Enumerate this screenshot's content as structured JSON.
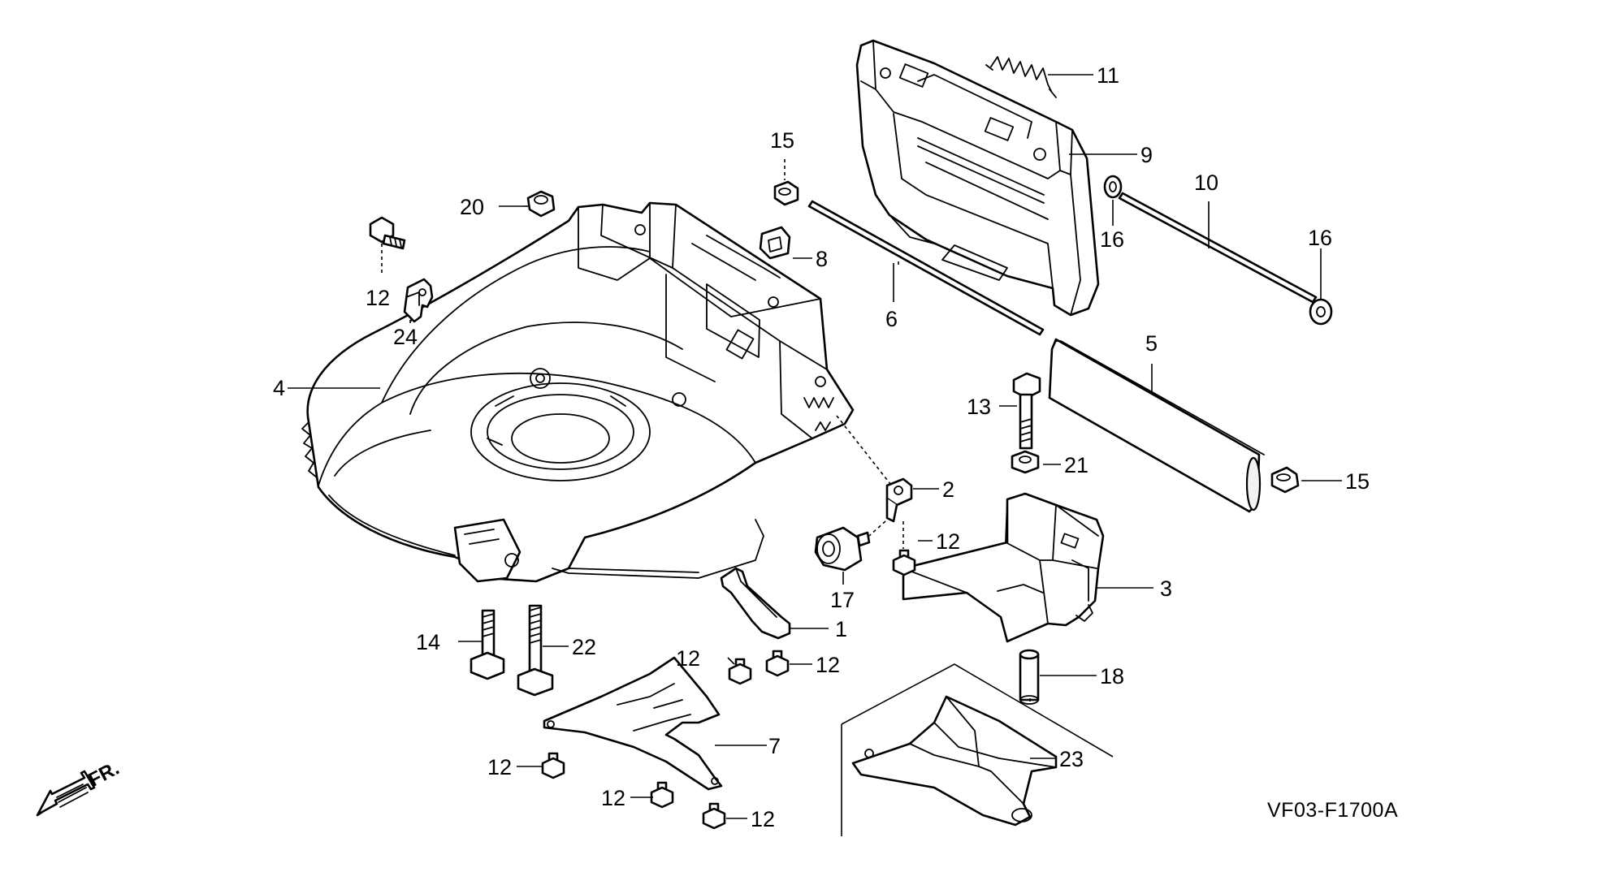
{
  "diagram": {
    "labels": {
      "p1": "1",
      "p2": "2",
      "p3": "3",
      "p4": "4",
      "p5": "5",
      "p6": "6",
      "p7": "7",
      "p8": "8",
      "p9": "9",
      "p10": "10",
      "p11": "11",
      "p12a": "12",
      "p12b": "12",
      "p12c": "12",
      "p12d": "12",
      "p12e": "12",
      "p12f": "12",
      "p12g": "12",
      "p13": "13",
      "p14": "14",
      "p15a": "15",
      "p15b": "15",
      "p16a": "16",
      "p16b": "16",
      "p17": "17",
      "p18": "18",
      "p20": "20",
      "p21": "21",
      "p22": "22",
      "p23": "23",
      "p24": "24"
    },
    "front_label": "FR.",
    "figure_code": "VF03-F1700A"
  }
}
